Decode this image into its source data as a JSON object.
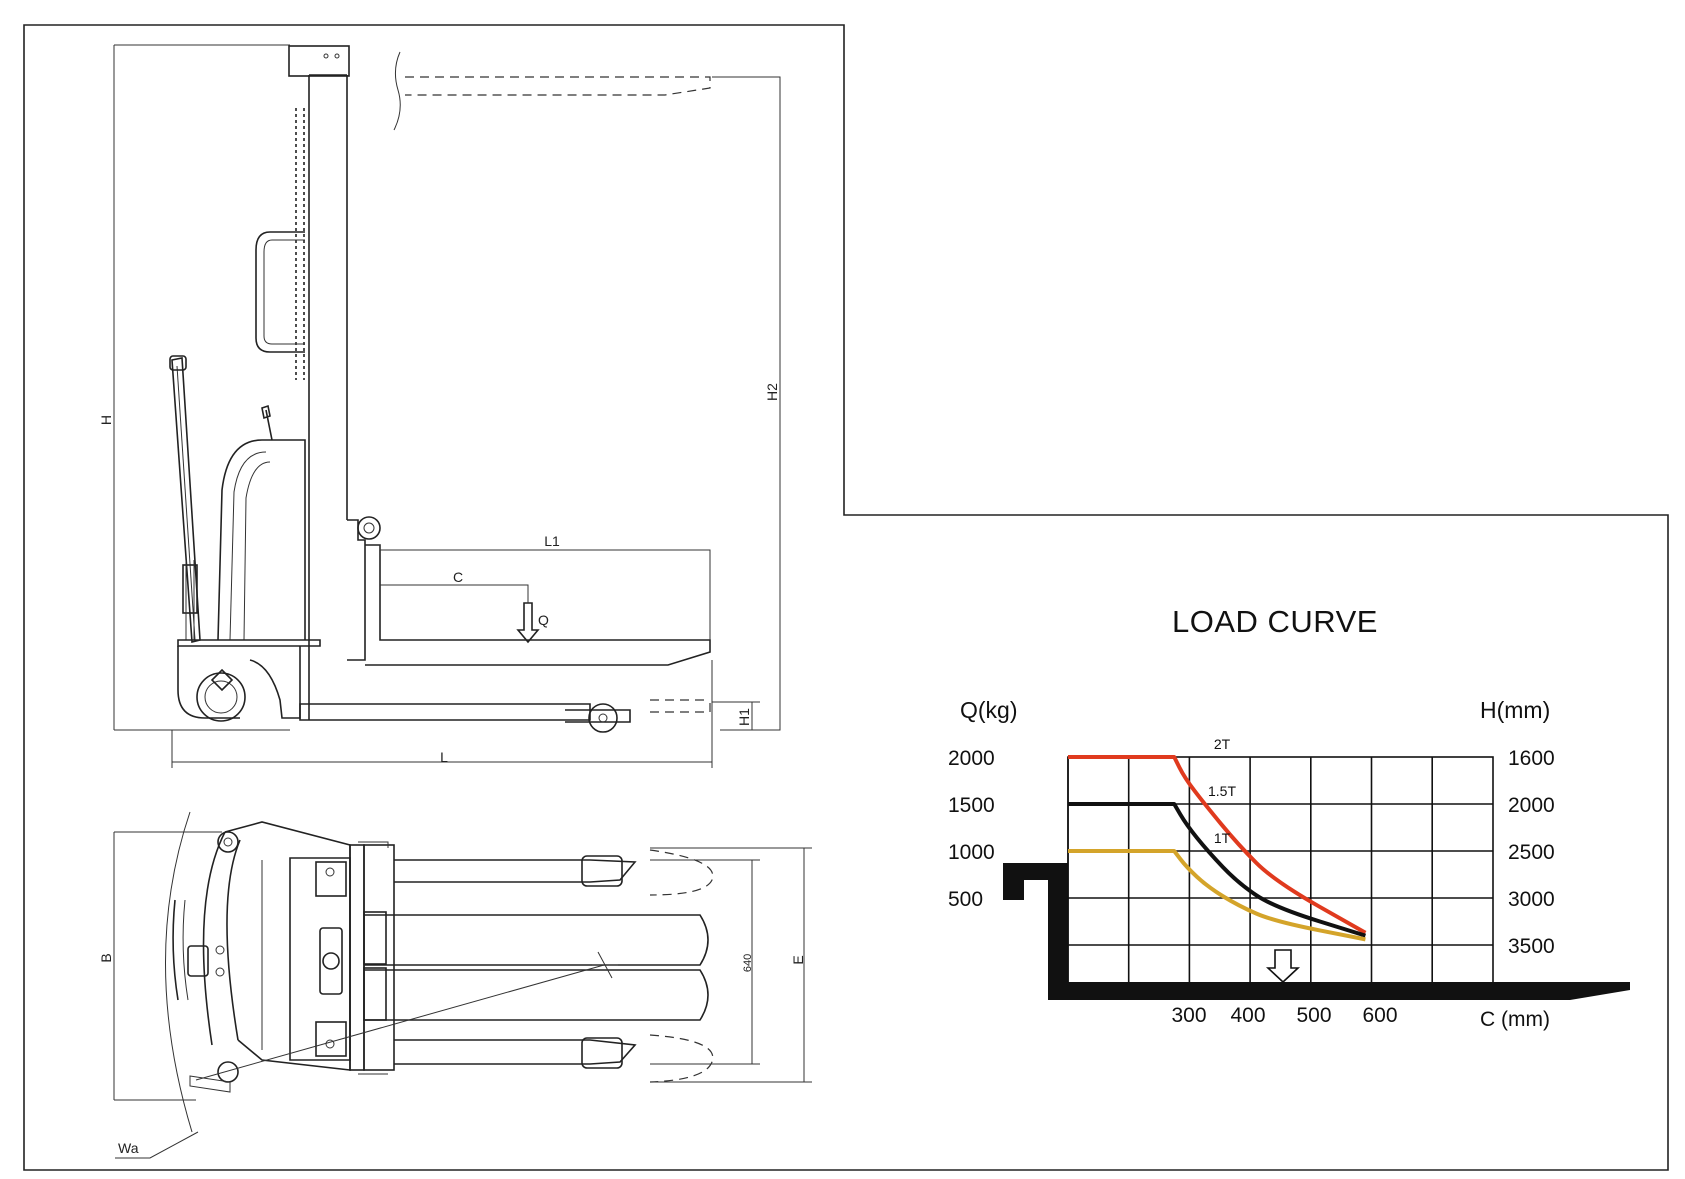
{
  "dimensions": {
    "H": "H",
    "H1": "H1",
    "H2": "H2",
    "L": "L",
    "L1": "L1",
    "C": "C",
    "Q": "Q",
    "B": "B",
    "E": "E",
    "Wa": "Wa",
    "inner_width": "640"
  },
  "chart_data": {
    "type": "line",
    "title": "LOAD CURVE",
    "ylabel": "Q(kg)",
    "y2label": "H(mm)",
    "xlabel": "C (mm)",
    "y_ticks": [
      "2000",
      "1500",
      "1000",
      "500"
    ],
    "y2_ticks": [
      "1600",
      "2000",
      "2500",
      "3000",
      "3500"
    ],
    "x_ticks": [
      "300",
      "400",
      "500",
      "600"
    ],
    "series": [
      {
        "name": "2T",
        "color": "#e03a1e",
        "points": [
          [
            0,
            2000
          ],
          [
            1.75,
            2000
          ],
          [
            1.92,
            1780
          ],
          [
            2.25,
            1500
          ],
          [
            2.8,
            1070
          ],
          [
            3.4,
            680
          ],
          [
            4.9,
            130
          ]
        ]
      },
      {
        "name": "1.5T",
        "color": "#111111",
        "points": [
          [
            0,
            1500
          ],
          [
            1.75,
            1500
          ],
          [
            1.95,
            1280
          ],
          [
            2.3,
            1000
          ],
          [
            2.8,
            660
          ],
          [
            3.4,
            400
          ],
          [
            4.9,
            100
          ]
        ]
      },
      {
        "name": "1T",
        "color": "#d4a42a",
        "points": [
          [
            0,
            1000
          ],
          [
            1.75,
            1000
          ],
          [
            1.95,
            830
          ],
          [
            2.3,
            620
          ],
          [
            2.8,
            420
          ],
          [
            3.4,
            250
          ],
          [
            4.9,
            60
          ]
        ]
      }
    ]
  }
}
